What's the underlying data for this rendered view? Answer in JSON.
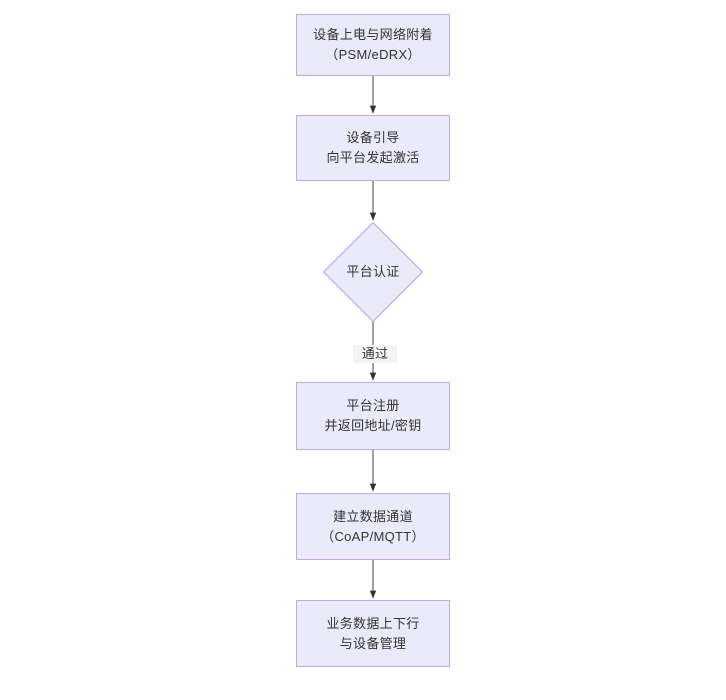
{
  "diagram": {
    "type": "flowchart",
    "orientation": "top-to-bottom",
    "theme": {
      "node_fill": "#eaeafa",
      "node_border": "#c3a8e8",
      "node_text": "#333333",
      "edge_color": "#555555",
      "edge_label_bg": "#f4f4f4",
      "background": "#ffffff"
    },
    "nodes": [
      {
        "id": "n1",
        "shape": "rectangle",
        "lines": [
          "设备上电与网络附着",
          "（PSM/eDRX）"
        ]
      },
      {
        "id": "n2",
        "shape": "rectangle",
        "lines": [
          "设备引导",
          "向平台发起激活"
        ]
      },
      {
        "id": "n3",
        "shape": "diamond",
        "lines": [
          "平台认证"
        ]
      },
      {
        "id": "n4",
        "shape": "rectangle",
        "lines": [
          "平台注册",
          "并返回地址/密钥"
        ]
      },
      {
        "id": "n5",
        "shape": "rectangle",
        "lines": [
          "建立数据通道",
          "（CoAP/MQTT）"
        ]
      },
      {
        "id": "n6",
        "shape": "rectangle",
        "lines": [
          "业务数据上下行",
          "与设备管理"
        ]
      }
    ],
    "edges": [
      {
        "id": "e1",
        "from": "n1",
        "to": "n2",
        "label": ""
      },
      {
        "id": "e2",
        "from": "n2",
        "to": "n3",
        "label": ""
      },
      {
        "id": "e3",
        "from": "n3",
        "to": "n4",
        "label": "通过"
      },
      {
        "id": "e4",
        "from": "n4",
        "to": "n5",
        "label": ""
      },
      {
        "id": "e5",
        "from": "n5",
        "to": "n6",
        "label": ""
      }
    ]
  }
}
